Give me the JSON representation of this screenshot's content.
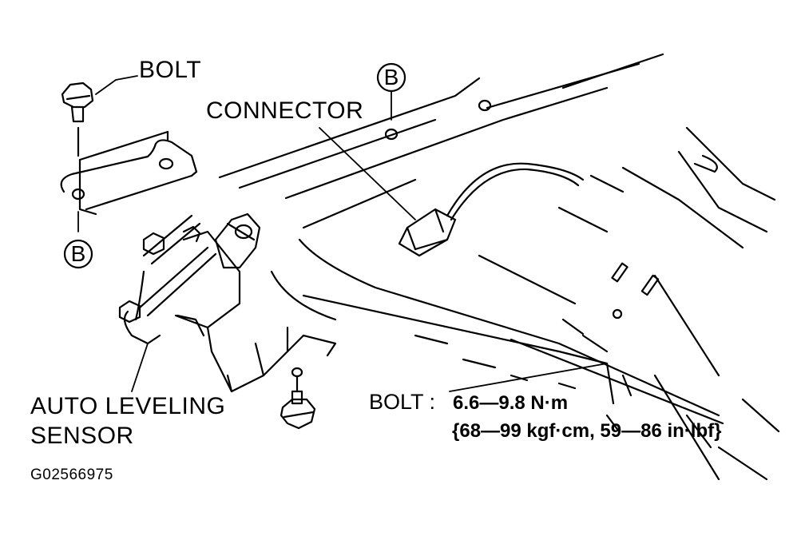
{
  "labels": {
    "bolt_top": "BOLT",
    "connector": "CONNECTOR",
    "sensor_line1": "AUTO LEVELING",
    "sensor_line2": "SENSOR",
    "torque_prefix": "BOLT :",
    "torque_value": "6.6—9.8 N·m",
    "torque_alt": "{68—99 kgf·cm, 59—86 in·lbf}",
    "figure_code": "G02566975",
    "ref_top": "B",
    "ref_left": "B"
  },
  "colors": {
    "ink": "#000000",
    "paper": "#ffffff"
  }
}
